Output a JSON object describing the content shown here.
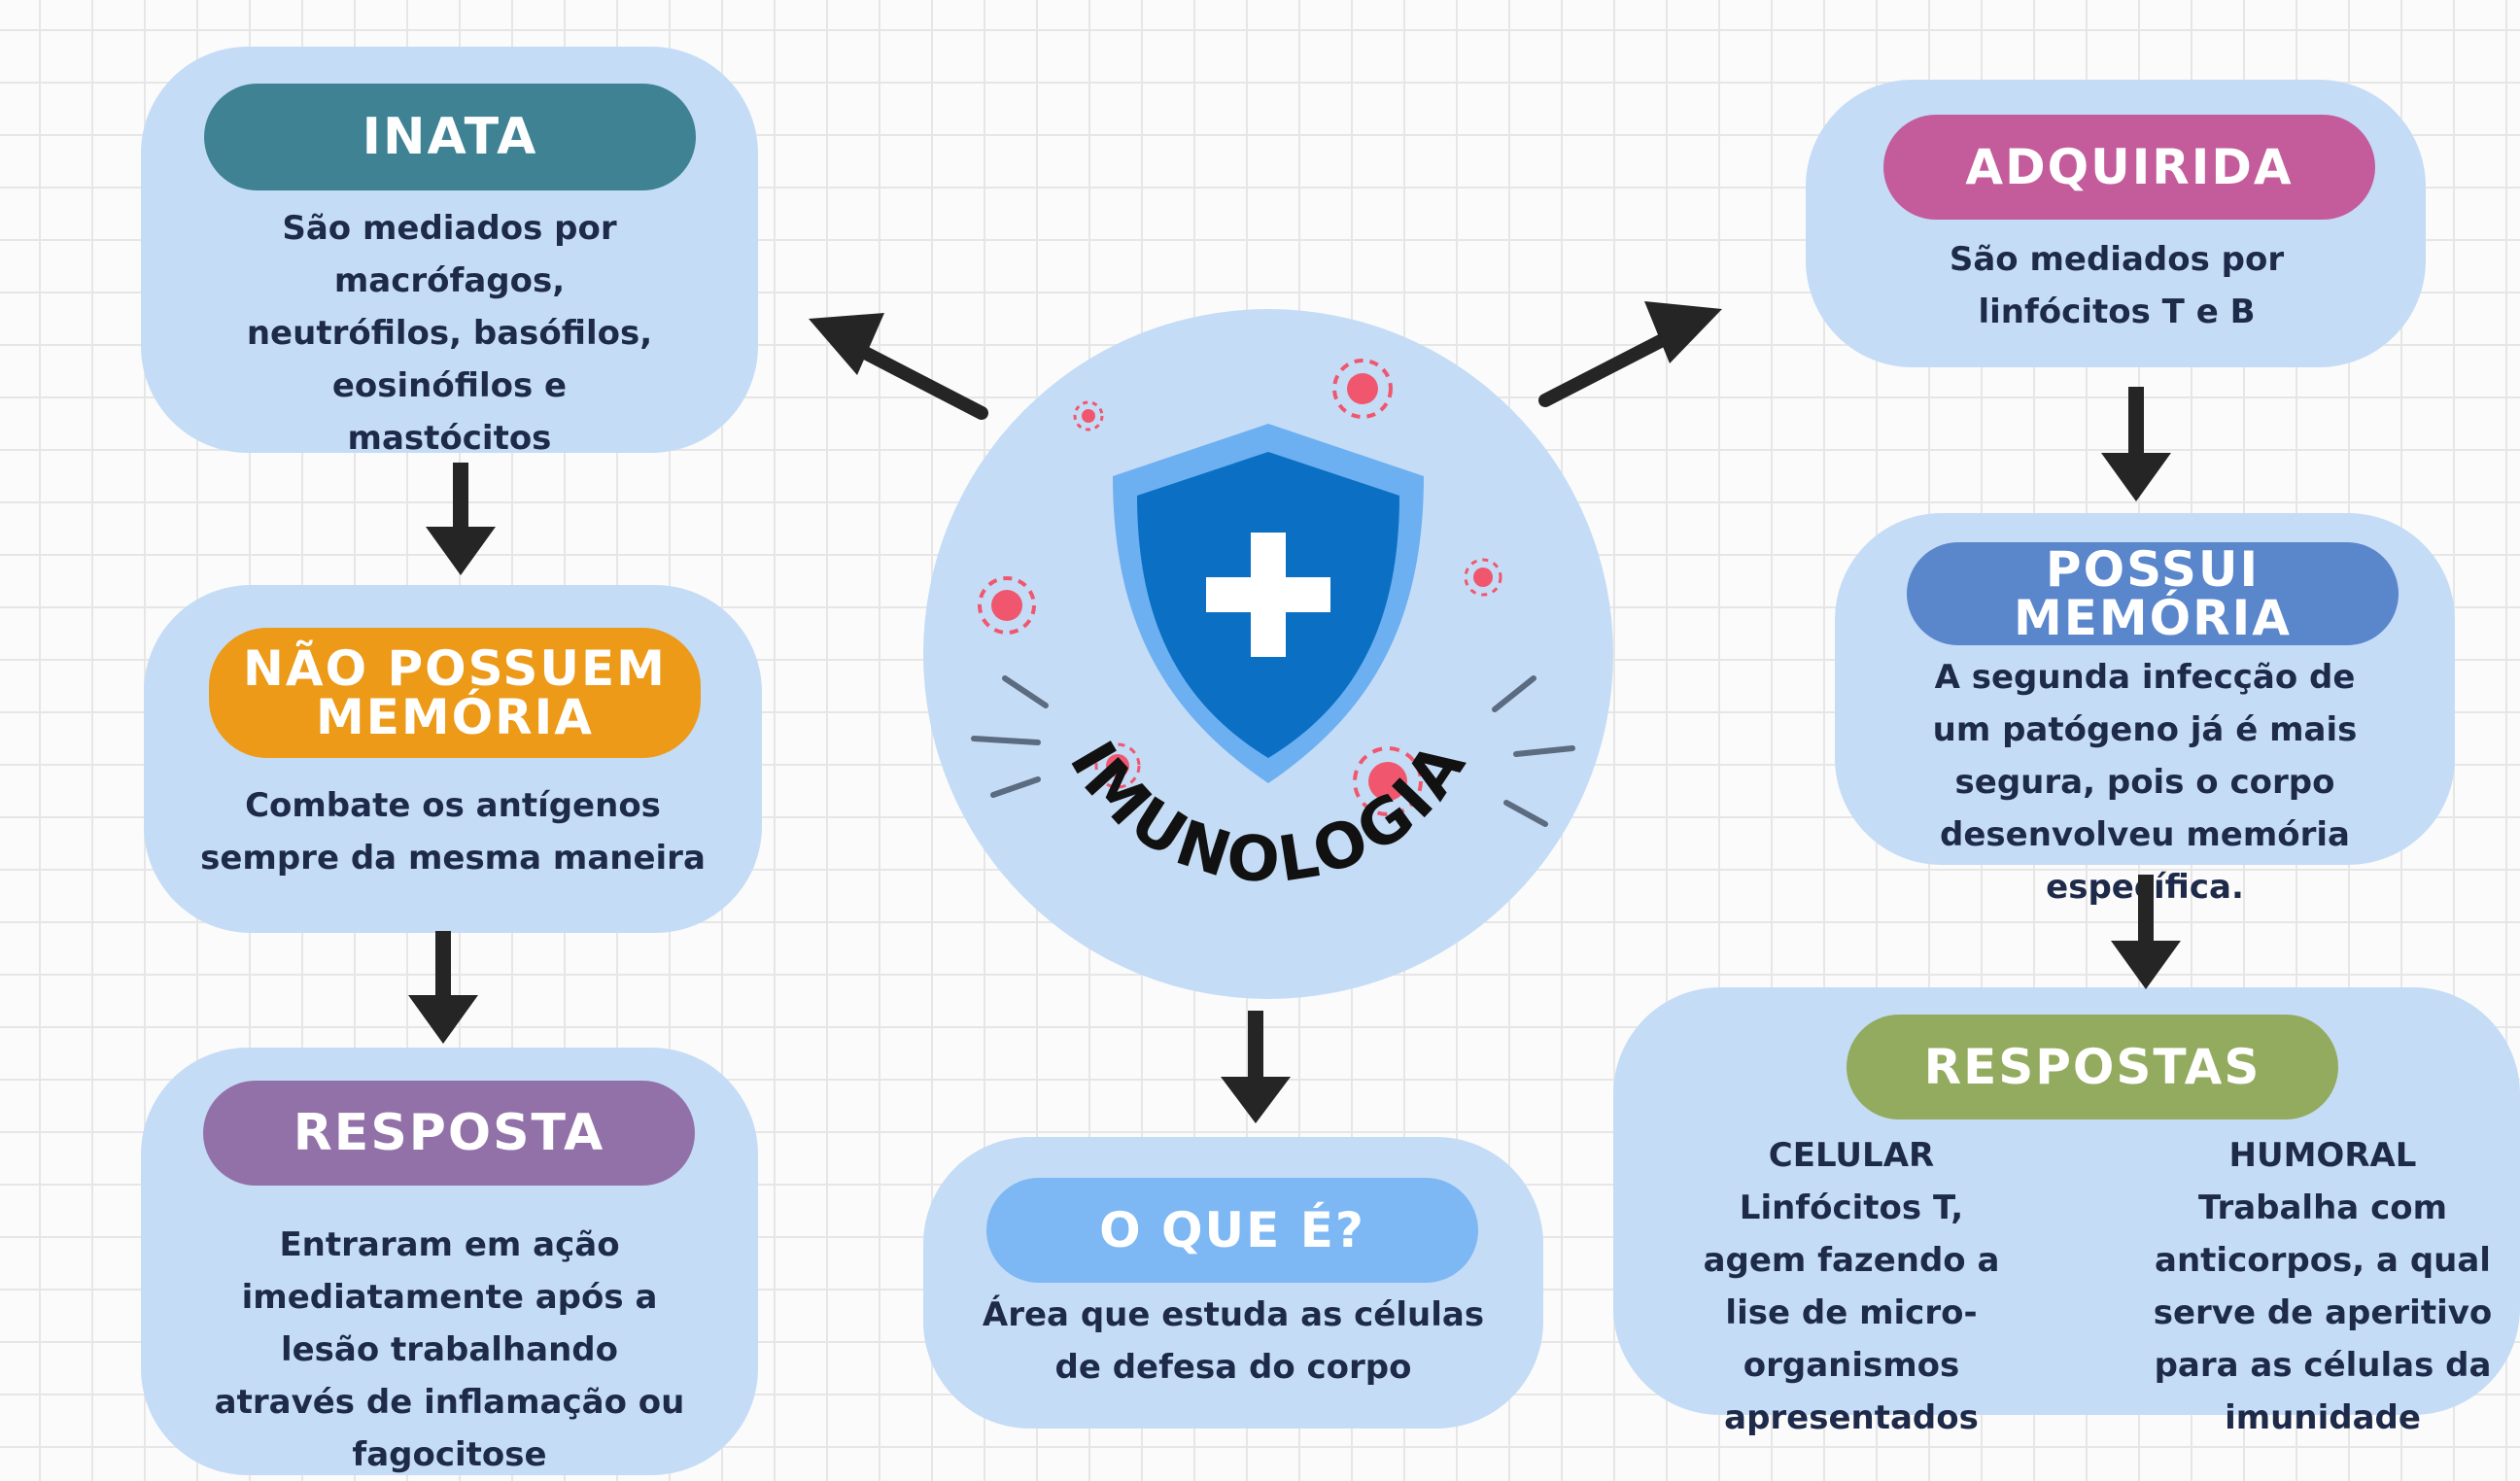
{
  "center": {
    "title": "IMUNOLOGIA"
  },
  "inata": {
    "header": "INATA",
    "text": "São mediados por macrófagos, neutrófilos, basófilos, eosinófilos e mastócitos",
    "color": "#3f8294"
  },
  "nao_possuem": {
    "header": "NÃO POSSUEM MEMÓRIA",
    "text": "Combate os antígenos sempre da mesma maneira",
    "color": "#ec9a18"
  },
  "resposta": {
    "header": "RESPOSTA",
    "text": "Entraram em ação imediatamente após a lesão trabalhando através de inflamação ou fagocitose",
    "color": "#9271a8"
  },
  "adquirida": {
    "header": "ADQUIRIDA",
    "text": "São mediados por linfócitos T e B",
    "color": "#c45c9c"
  },
  "possui_memoria": {
    "header": "POSSUI MEMÓRIA",
    "text": "A segunda infecção de um patógeno já é mais segura, pois o corpo desenvolveu memória específica.",
    "color": "#5a86cc"
  },
  "respostas": {
    "header": "RESPOSTAS",
    "color": "#93ab5f",
    "celular": {
      "title": "CELULAR",
      "text": "Linfócitos T, agem fazendo a lise de micro-organismos apresentados"
    },
    "humoral": {
      "title": "HUMORAL",
      "text": "Trabalha com anticorpos, a qual serve de aperitivo para as células da imunidade"
    }
  },
  "o_que_e": {
    "header": "O QUE É?",
    "text": "Área que estuda as células de defesa do corpo",
    "color": "#7db8f4"
  },
  "colors": {
    "card_bg": "#c5dcf6",
    "text": "#1e2a4a",
    "arrow": "#252525",
    "shield_outer": "#6cb0f2",
    "shield_inner": "#0b70c4",
    "germ": "#f0576e"
  }
}
